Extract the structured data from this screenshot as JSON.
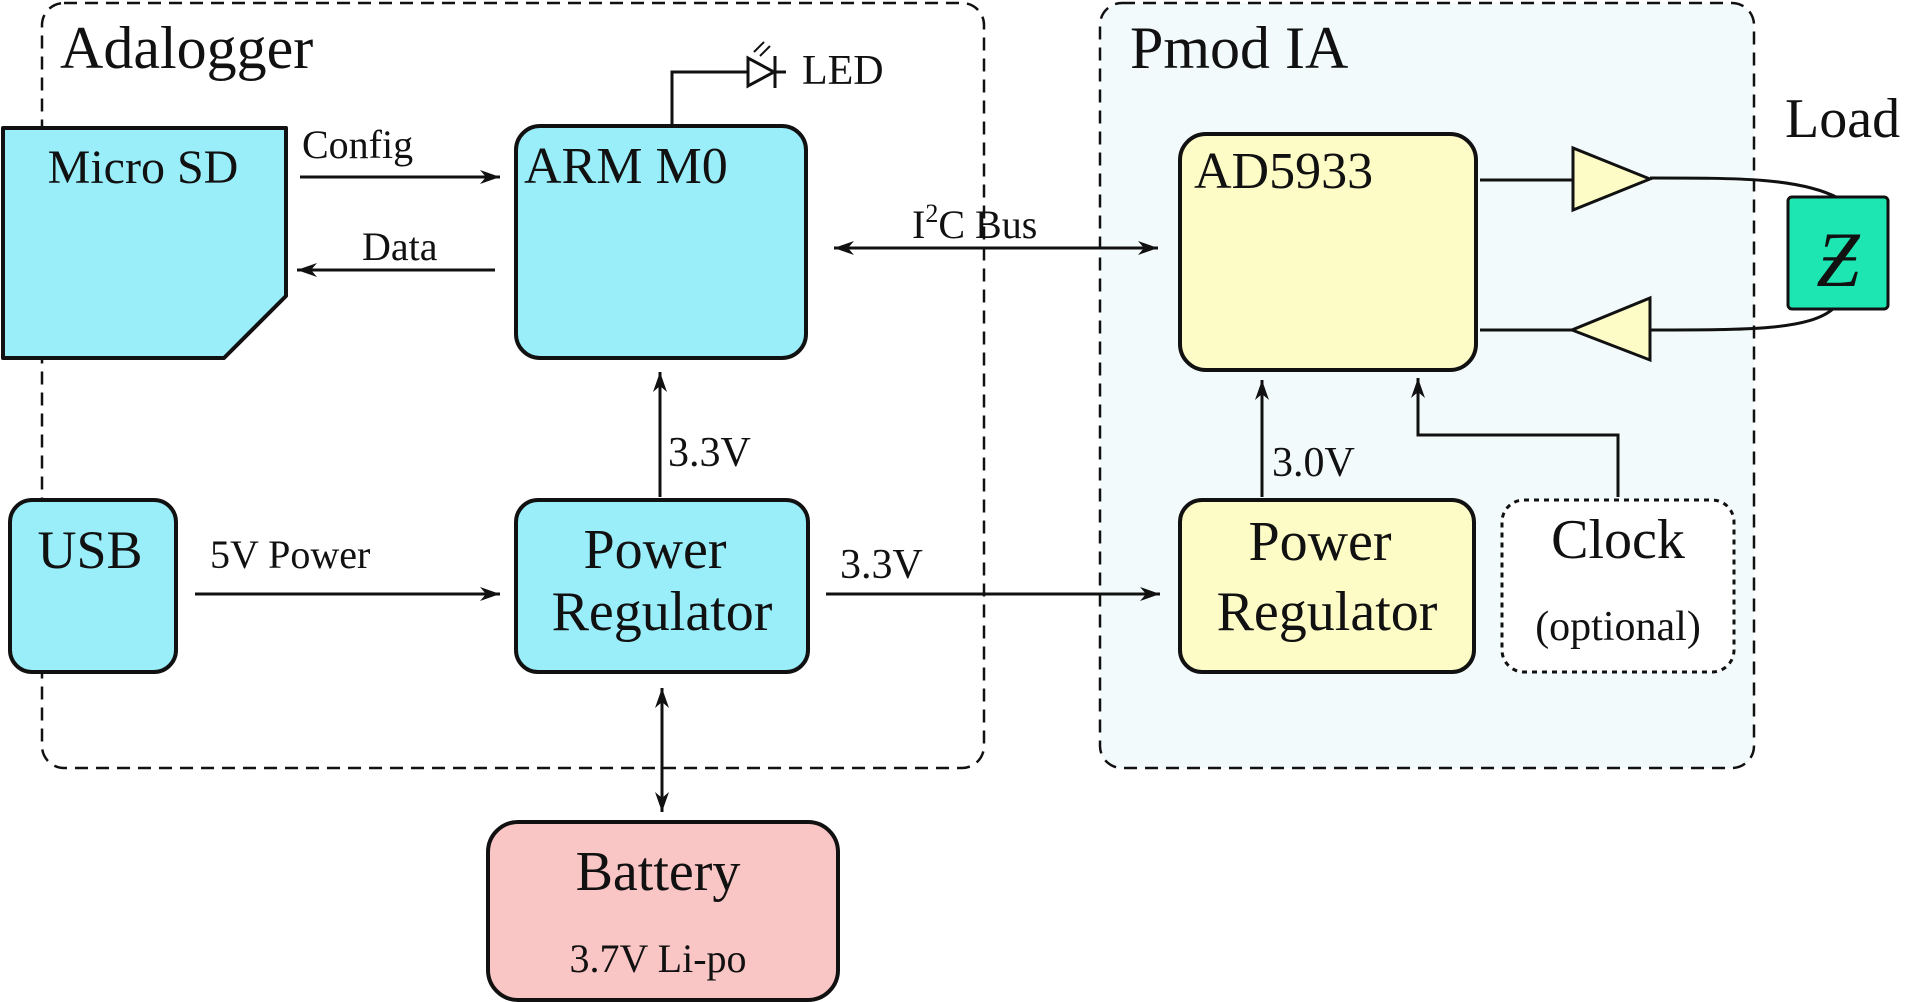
{
  "adalogger": {
    "title": "Adalogger",
    "micro_sd": "Micro SD",
    "arm": "ARM M0",
    "usb": "USB",
    "power_regulator": [
      "Power",
      "Regulator"
    ],
    "led": "LED",
    "config": "Config",
    "data": "Data",
    "v_arm": "3.3V",
    "usb_power": "5V Power"
  },
  "bus": {
    "prefix": "I",
    "sup": "2",
    "suffix": "C Bus"
  },
  "link_voltage": "3.3V",
  "pmod": {
    "title": "Pmod IA",
    "chip": "AD5933",
    "power_regulator": [
      "Power",
      "Regulator"
    ],
    "v_chip": "3.0V",
    "clock": "Clock",
    "clock_note": "(optional)"
  },
  "load": {
    "label": "Load",
    "symbol": "Ƶ"
  },
  "battery": {
    "title": "Battery",
    "spec": "3.7V Li-po"
  },
  "colors": {
    "adalogger_fill": "#99eefa",
    "pmod_fill": "#fdfcc6",
    "pmod_region": "#f3fafc",
    "battery_fill": "#fac5c5",
    "load_fill": "#1ee6b3",
    "amp_fill": "#fdfcc6",
    "stroke": "#111111"
  }
}
